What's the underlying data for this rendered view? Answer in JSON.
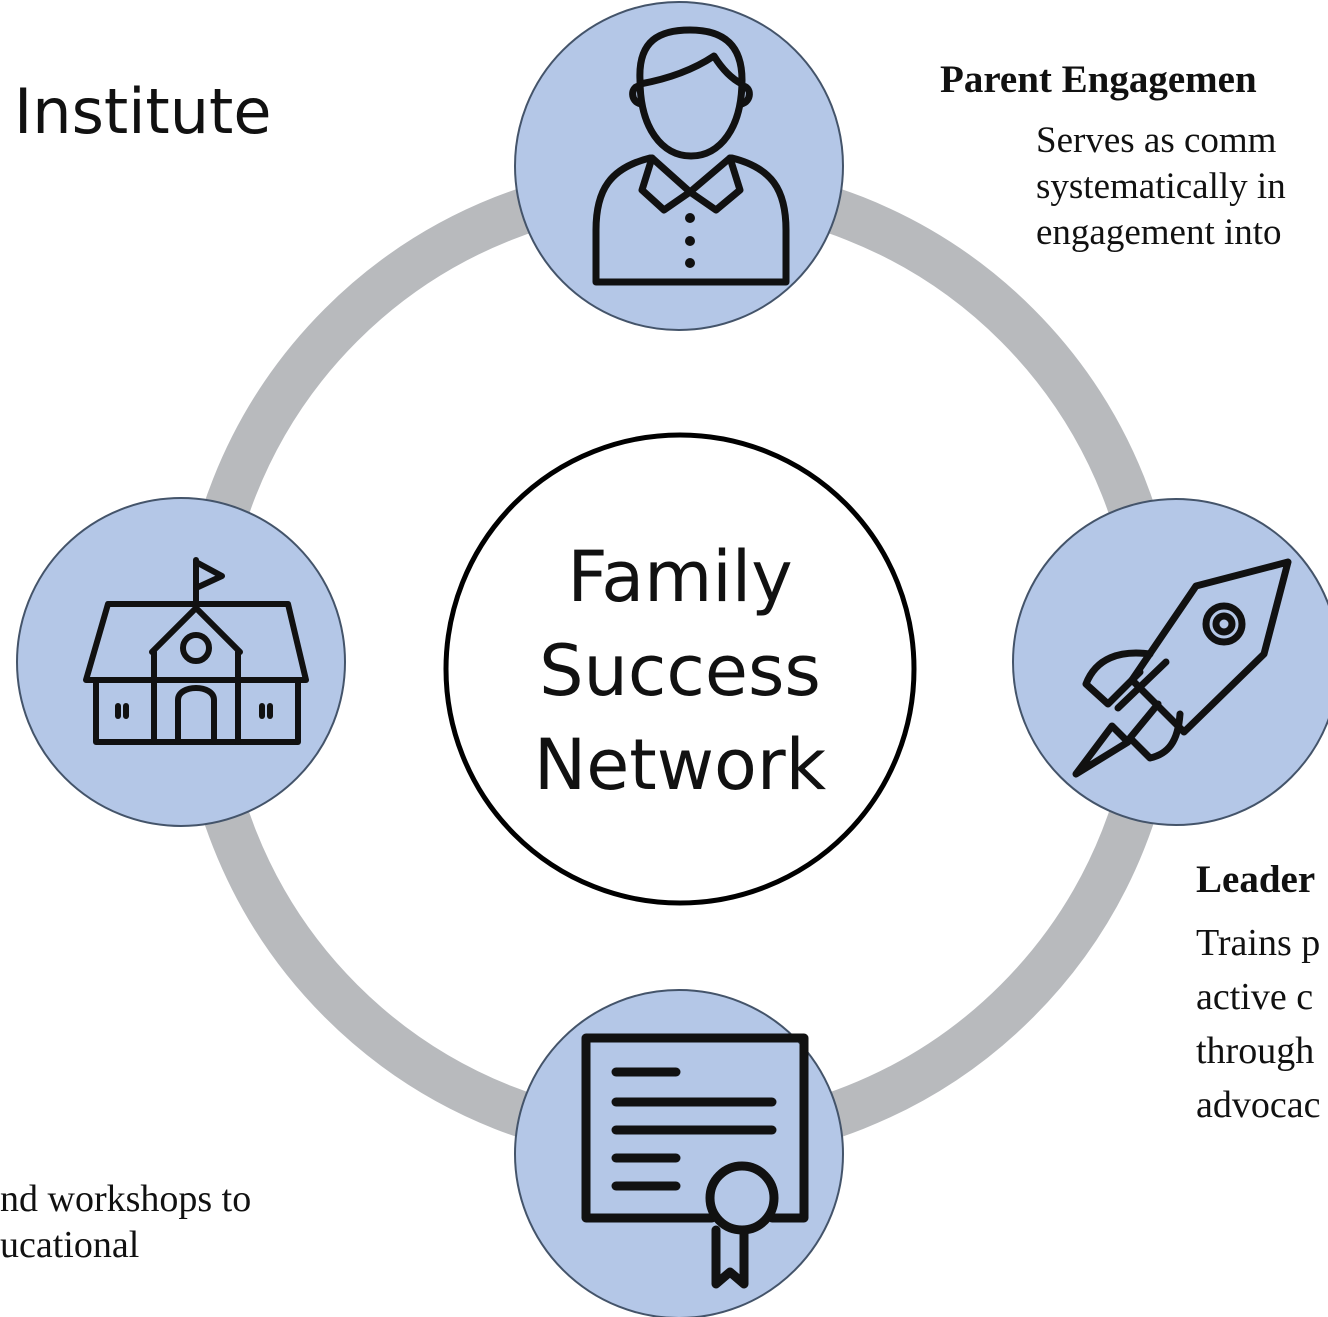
{
  "title_fragment": "Institute",
  "center": {
    "lines": [
      "Family",
      "Success",
      "Network"
    ]
  },
  "nodes": [
    {
      "position": "top",
      "icon": "person-icon"
    },
    {
      "position": "right",
      "icon": "rocket-icon"
    },
    {
      "position": "bottom",
      "icon": "certificate-icon"
    },
    {
      "position": "left",
      "icon": "school-building-icon"
    }
  ],
  "callouts": {
    "parent_engagement": {
      "title": "Parent Engagemen",
      "lines": [
        "Serves as comm",
        "systematically in",
        "engagement into"
      ]
    },
    "leadership": {
      "title": "Leader",
      "lines": [
        "Trains p",
        "active c",
        "through",
        "advocac"
      ]
    },
    "workshops": {
      "lines": [
        "nd workshops to",
        "ucational"
      ]
    }
  },
  "colors": {
    "ring": "#b8babd",
    "node_fill": "#b4c7e7",
    "node_stroke": "#44546a",
    "center_stroke": "#000000",
    "icon_stroke": "#111111"
  }
}
